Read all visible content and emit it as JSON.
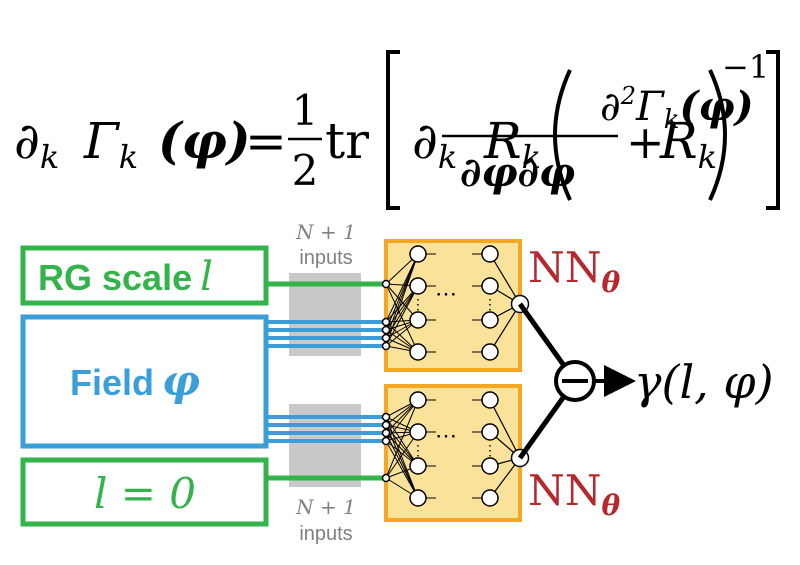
{
  "equation": {
    "lhs_partial": "∂",
    "lhs_k": "k",
    "lhs_Gamma": "Γ",
    "lhs_arg": "(φ)",
    "equals": "=",
    "frac_num": "1",
    "frac_den": "2",
    "tr": "tr",
    "R": "R",
    "second_partial_sup": "2",
    "dphi": "∂φ∂φ",
    "plus": "+",
    "exponent": "−1"
  },
  "inputs": {
    "rg_scale_label": "RG scale",
    "rg_scale_symbol": "l",
    "field_label": "Field",
    "field_symbol": "φ",
    "l_zero_label": "l = 0"
  },
  "annotations": {
    "top_count": "N + 1",
    "top_inputs": "inputs",
    "bottom_count": "N + 1",
    "bottom_inputs": "inputs"
  },
  "networks": {
    "top_label": "NN",
    "top_subscript": "θ",
    "bottom_label": "NN",
    "bottom_subscript": "θ",
    "ellipsis": "⋯",
    "vdots": "⋮"
  },
  "output": {
    "label": "γ(l, φ)"
  },
  "colors": {
    "green": "#33b34a",
    "blue": "#3a9ed8",
    "red": "#b5282e",
    "orange_border": "#f5a623",
    "yellow_fill": "#fbe29a",
    "gray_fill": "#c9c9c9",
    "gray_text": "#808080"
  }
}
